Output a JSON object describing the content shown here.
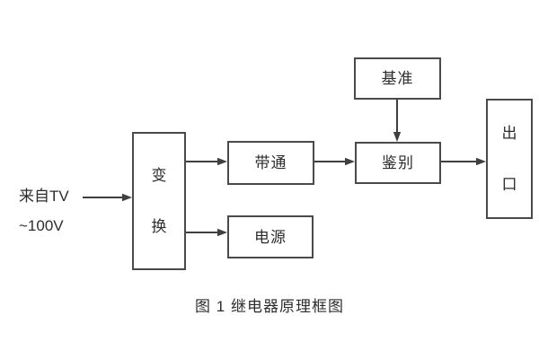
{
  "diagram": {
    "title_caption": "图 1  继电器原理框图",
    "input": {
      "line1": "来自TV",
      "line2": "~100V"
    },
    "nodes": {
      "transform": {
        "label": "变换",
        "label_chars": [
          "变",
          "换"
        ],
        "orientation": "vertical"
      },
      "bandpass": {
        "label": "带通",
        "orientation": "horizontal"
      },
      "power": {
        "label": "电源",
        "orientation": "horizontal"
      },
      "reference": {
        "label": "基准",
        "orientation": "horizontal"
      },
      "discriminator": {
        "label": "鉴别",
        "orientation": "horizontal"
      },
      "output": {
        "label": "出口",
        "label_chars": [
          "出",
          "口"
        ],
        "orientation": "vertical"
      }
    },
    "connections": [
      {
        "from": "input",
        "to": "transform"
      },
      {
        "from": "transform",
        "to": "bandpass"
      },
      {
        "from": "transform",
        "to": "power"
      },
      {
        "from": "bandpass",
        "to": "discriminator"
      },
      {
        "from": "reference",
        "to": "discriminator"
      },
      {
        "from": "discriminator",
        "to": "output"
      }
    ],
    "colors": {
      "background": "#ffffff",
      "line": "#3f3f3f",
      "border": "#4a4a4a",
      "text": "#2d2d2d"
    }
  }
}
